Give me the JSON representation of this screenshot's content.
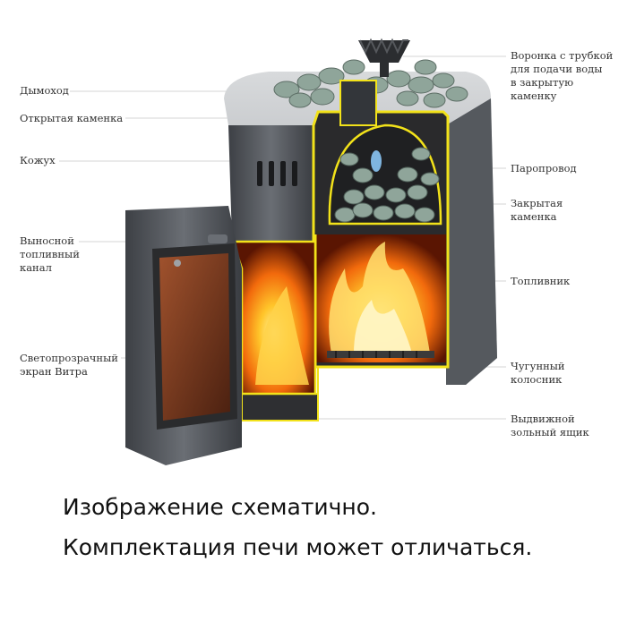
{
  "labels_left": [
    {
      "id": "chimney",
      "text": "Дымоход"
    },
    {
      "id": "open-stones",
      "text": "Открытая каменка"
    },
    {
      "id": "casing",
      "text": "Кожух"
    },
    {
      "id": "fuel-channel",
      "text": "Выносной\nтопливный\nканал"
    },
    {
      "id": "vitra-screen",
      "text": "Светопрозрачный\nэкран Витра"
    }
  ],
  "labels_right": [
    {
      "id": "funnel",
      "text": "Воронка с трубкой\nдля подачи воды\nв закрытую\nкаменку"
    },
    {
      "id": "steam-pipe",
      "text": "Паропровод"
    },
    {
      "id": "closed-stones",
      "text": "Закрытая\nкаменка"
    },
    {
      "id": "firebox",
      "text": "Топливник"
    },
    {
      "id": "grate",
      "text": "Чугунный\nколосник"
    },
    {
      "id": "ash-drawer",
      "text": "Выдвижной\nзольный ящик"
    }
  ],
  "caption": {
    "line1": "Изображение схематично.",
    "line2": "Комплектация печи может отличаться."
  },
  "colors": {
    "steel_dark": "#4a4d52",
    "steel_mid": "#7a7e84",
    "steel_light": "#b9bcc0",
    "cut_outline": "#f2e21a",
    "fire_core": "#ffd23a",
    "fire_mid": "#f57b12",
    "fire_dark": "#7a1f05",
    "stone": "#8fa59a",
    "glass": "#7a3f20"
  }
}
